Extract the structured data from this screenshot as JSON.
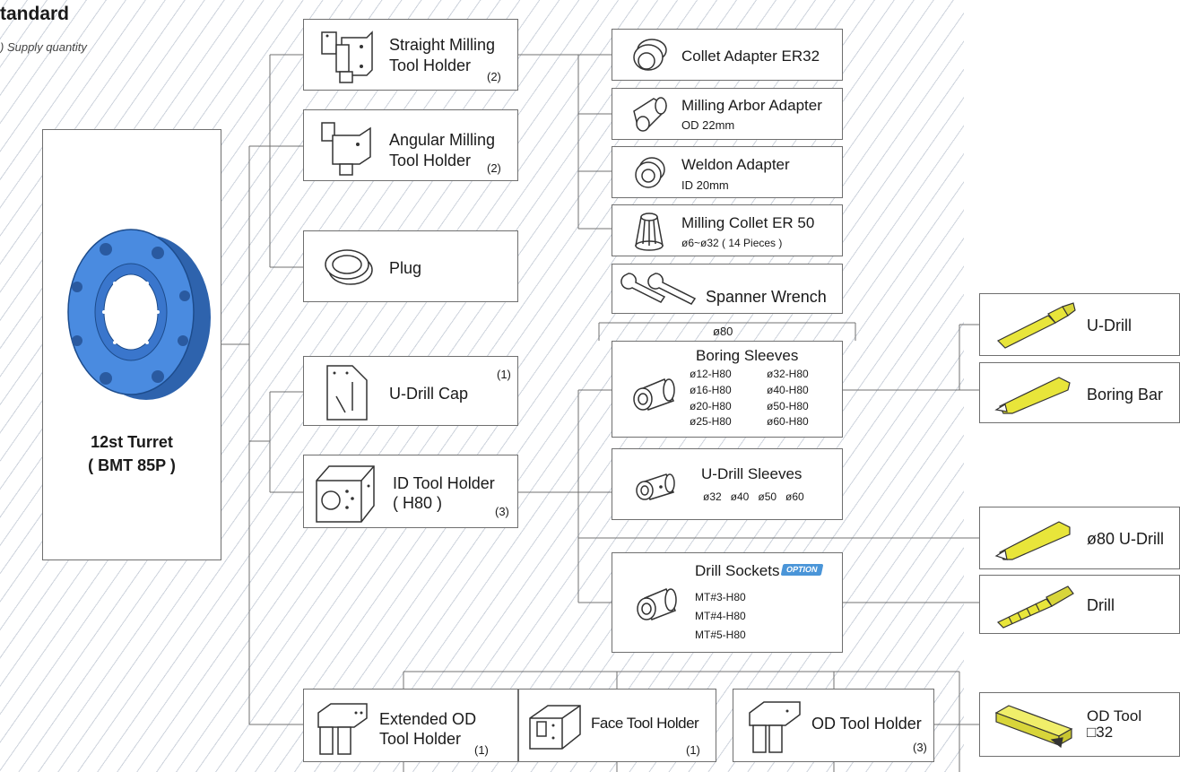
{
  "header": {
    "title": "tandard",
    "subtitle": ") Supply quantity"
  },
  "turret": {
    "line1": "12st Turret",
    "line2": "( BMT 85P )"
  },
  "holders": {
    "straight": {
      "line1": "Straight Milling",
      "line2": "Tool Holder",
      "qty": "(2)"
    },
    "angular": {
      "line1": "Angular Milling",
      "line2": "Tool Holder",
      "qty": "(2)"
    },
    "plug": {
      "label": "Plug"
    },
    "udrill_cap": {
      "label": "U-Drill Cap",
      "qty": "(1)"
    },
    "id_holder": {
      "line1": "ID Tool Holder",
      "line2": "( H80 )",
      "qty": "(3)"
    },
    "ext_od": {
      "line1": "Extended OD",
      "line2": "Tool Holder",
      "qty": "(1)"
    },
    "face": {
      "label": "Face Tool Holder",
      "qty": "(1)"
    },
    "od": {
      "label": "OD Tool Holder",
      "qty": "(3)"
    }
  },
  "adapters": {
    "collet_er32": {
      "label": "Collet Adapter ER32"
    },
    "arbor": {
      "line1": "Milling Arbor Adapter",
      "line2": "OD 22mm"
    },
    "weldon": {
      "line1": "Weldon Adapter",
      "line2": "ID 20mm"
    },
    "collet_er50": {
      "line1": "Milling Collet ER 50",
      "line2": "ø6~ø32 ( 14 Pieces )"
    },
    "wrench": {
      "label": "Spanner Wrench"
    }
  },
  "sleeves": {
    "boring": {
      "top": "ø80",
      "title": "Boring Sleeves",
      "sizes": [
        "ø12-H80",
        "ø32-H80",
        "ø16-H80",
        "ø40-H80",
        "ø20-H80",
        "ø50-H80",
        "ø25-H80",
        "ø60-H80"
      ]
    },
    "udrill": {
      "title": "U-Drill Sleeves",
      "sizes": "ø32   ø40   ø50   ø60"
    },
    "drill_sockets": {
      "title": "Drill Sockets",
      "badge": "OPTION",
      "items": [
        "MT#3-H80",
        "MT#4-H80",
        "MT#5-H80"
      ]
    }
  },
  "tools": {
    "udrill": {
      "label": "U-Drill"
    },
    "boring_bar": {
      "label": "Boring Bar"
    },
    "udrill80": {
      "label": "ø80 U-Drill"
    },
    "drill": {
      "label": "Drill"
    },
    "od_tool": {
      "line1": "OD Tool",
      "line2": "□32"
    }
  },
  "colors": {
    "turret": "#4a8be0",
    "tool": "#e8e53a",
    "badge": "#4a95d8",
    "line": "#707070"
  }
}
